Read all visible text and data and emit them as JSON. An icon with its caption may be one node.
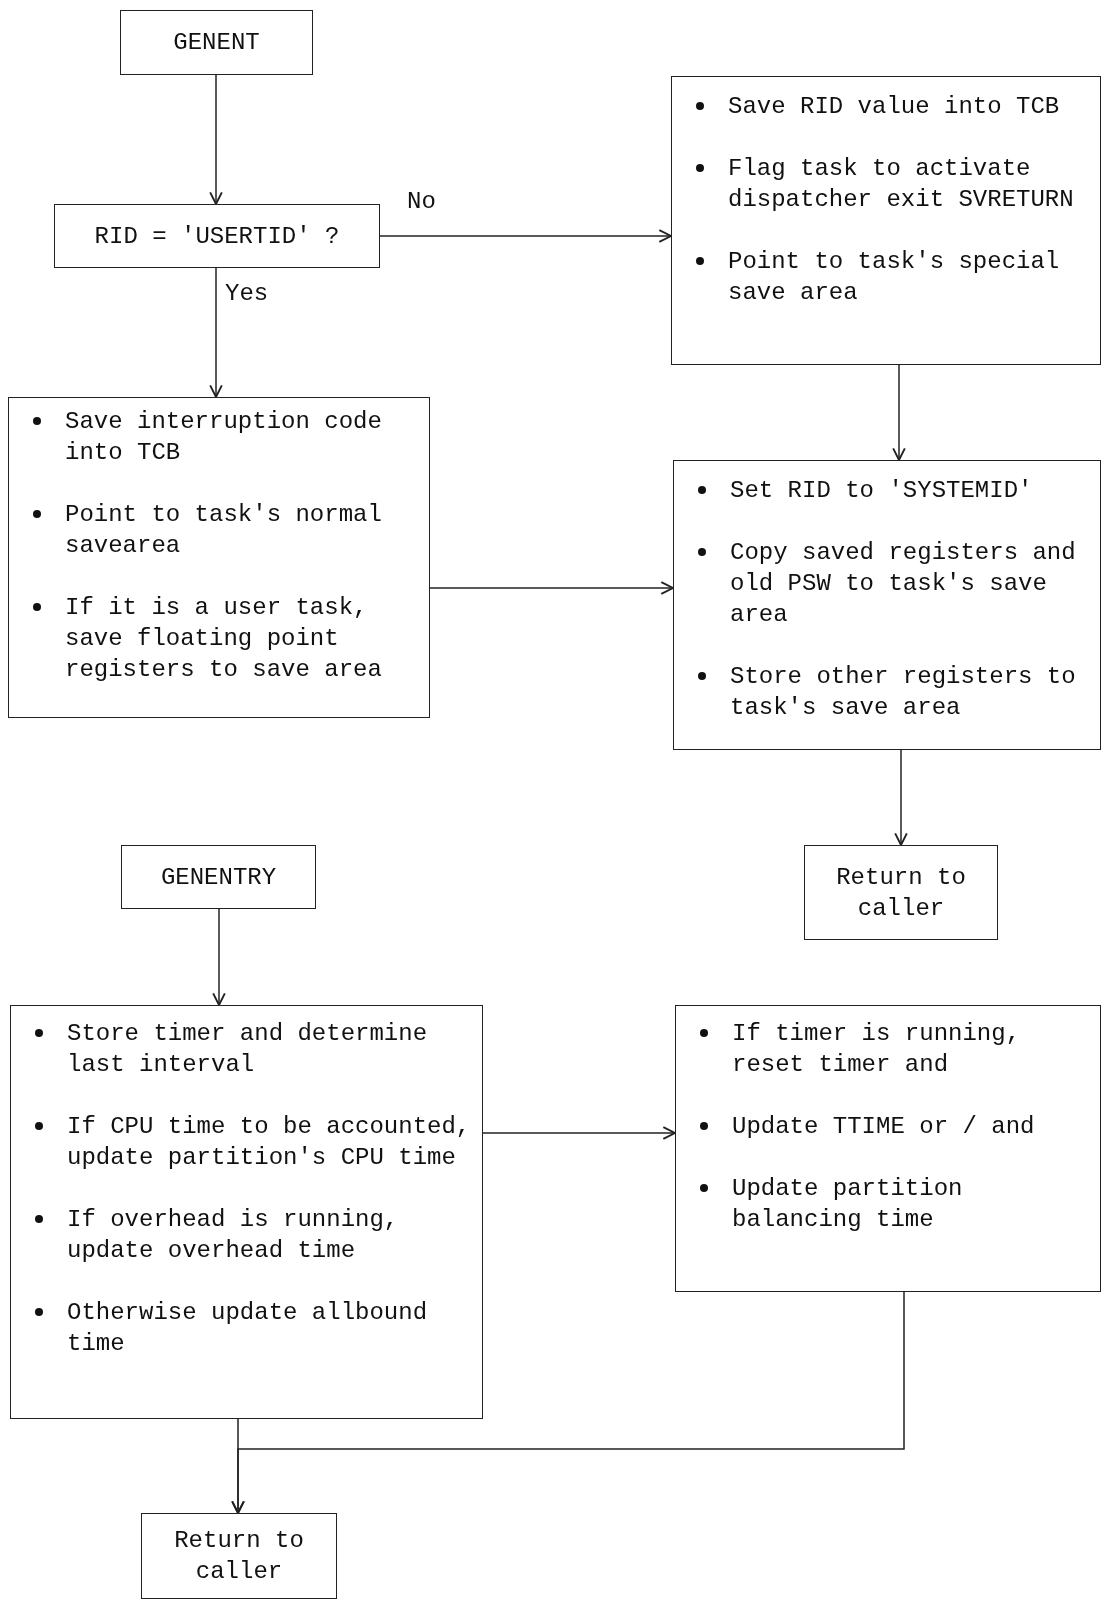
{
  "diagram": {
    "nodes": [
      {
        "text": [
          "GENENT"
        ]
      },
      {
        "text": [
          "RID = 'USERTID' ?"
        ]
      },
      {
        "text": [
          "Save RID value into TCB",
          "Flag task to activate dispatcher exit SVRETURN",
          "Point to task's special save area"
        ]
      },
      {
        "text": [
          "Save interruption code into TCB",
          "Point to task's normal savearea",
          "If it is a user task, save floating point registers to save area"
        ]
      },
      {
        "text": [
          "Set RID to 'SYSTEMID'",
          "Copy saved registers and old PSW to task's save area",
          "Store other registers to task's save area"
        ]
      },
      {
        "text": [
          "Return to caller"
        ]
      },
      {
        "text": [
          "GENENTRY"
        ]
      },
      {
        "text": [
          "Store timer and determine last interval",
          "If CPU time to be accounted, update partition's CPU time",
          "If overhead is running, update overhead time",
          "Otherwise update allbound time"
        ]
      },
      {
        "text": [
          "If timer is running, reset timer and",
          "Update TTIME or / and",
          "Update partition balancing time"
        ]
      },
      {
        "text": [
          "Return to caller"
        ]
      }
    ],
    "edges": [
      {
        "from": 0,
        "to": 1,
        "arrow": "to"
      },
      {
        "from": 1,
        "to": 2,
        "arrow": "to",
        "label": "No"
      },
      {
        "from": 1,
        "to": 3,
        "arrow": "to",
        "label": "Yes"
      },
      {
        "from": 2,
        "to": 4,
        "arrow": "to"
      },
      {
        "from": 3,
        "to": 4,
        "arrow": "to"
      },
      {
        "from": 4,
        "to": 5,
        "arrow": "to"
      },
      {
        "from": 6,
        "to": 7,
        "arrow": "to"
      },
      {
        "from": 7,
        "to": 8,
        "arrow": "to"
      },
      {
        "from": 7,
        "to": 9,
        "arrow": "to"
      },
      {
        "from": 8,
        "to": 9,
        "arrow": "to"
      }
    ]
  }
}
